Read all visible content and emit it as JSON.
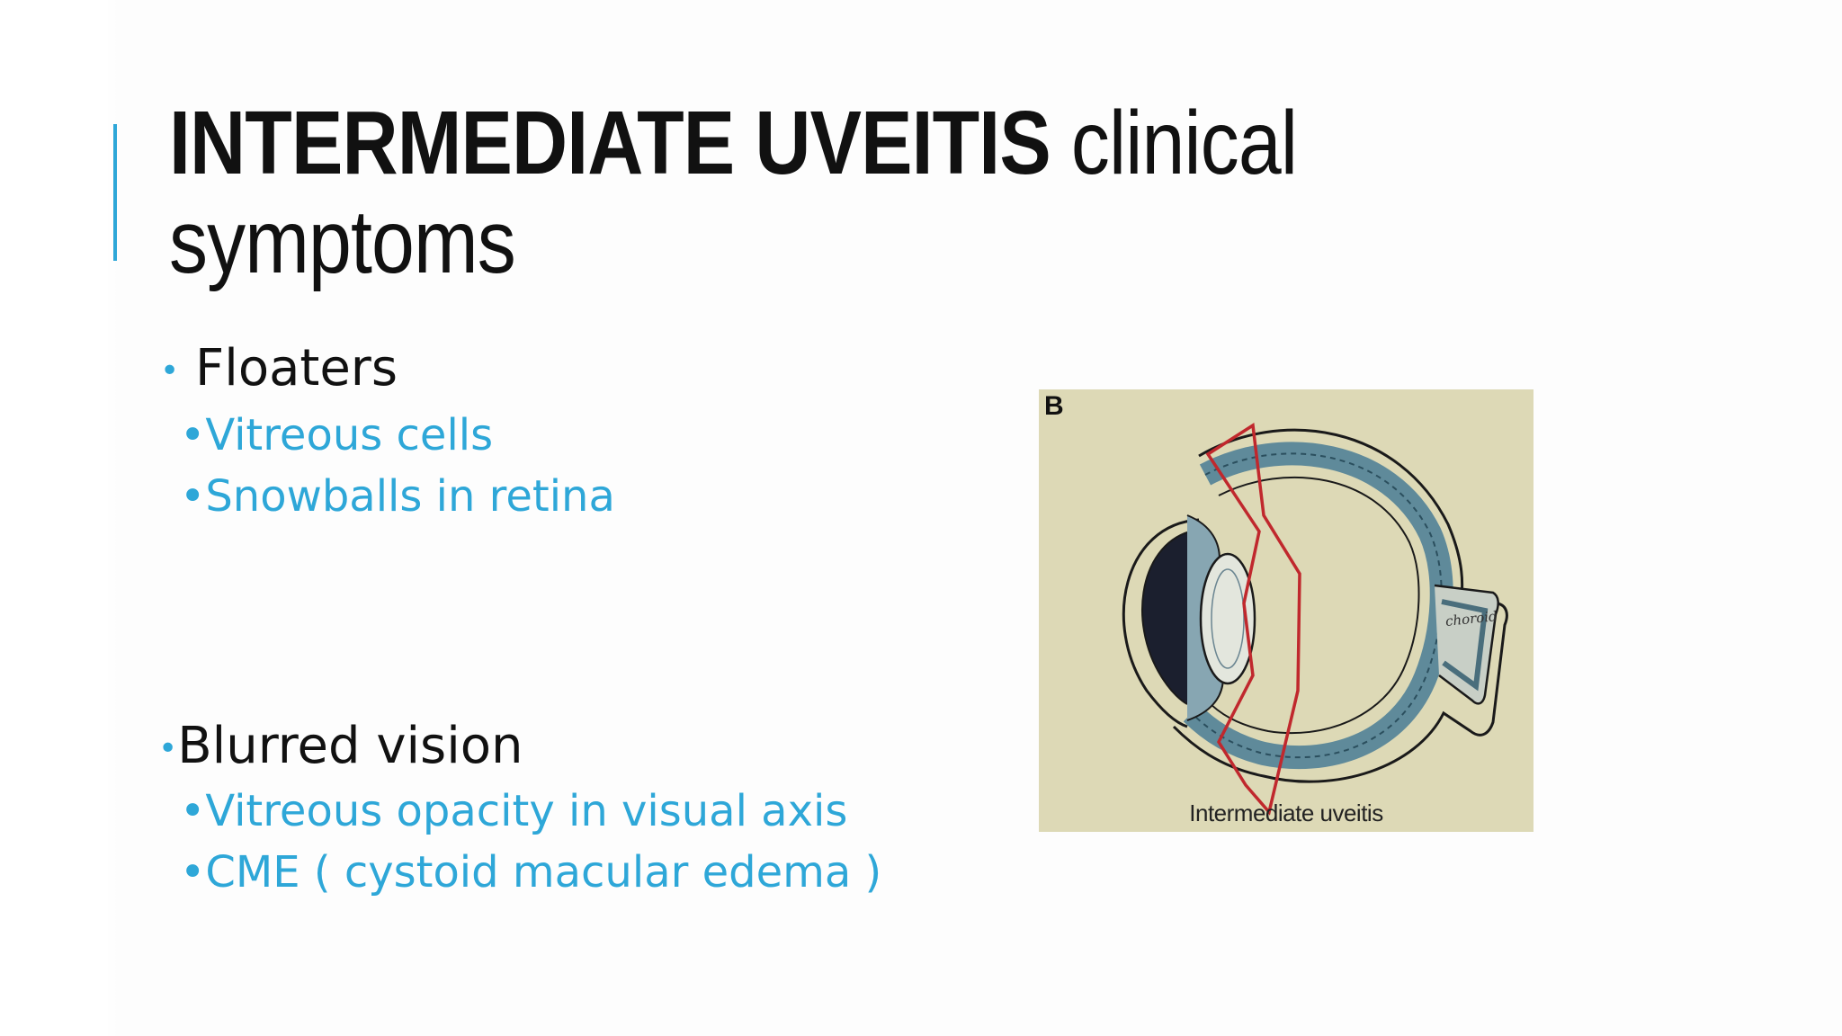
{
  "slide": {
    "title_bold": "INTERMEDIATE UVEITIS",
    "title_light_1": "clinical",
    "title_light_2": "symptoms",
    "accent_color": "#2ea7d8"
  },
  "bullets": [
    {
      "label": "Floaters",
      "subitems": [
        "Vitreous cells",
        "Snowballs in retina"
      ]
    },
    {
      "label": "Blurred vision",
      "subitems": [
        "Vitreous opacity in visual axis",
        "CME ( cystoid macular edema )"
      ]
    }
  ],
  "bullet_glyph": "•",
  "figure": {
    "letter": "B",
    "caption": "Intermediate uveitis",
    "handwritten_label": "choroid",
    "highlight_color": "#c0282d"
  }
}
